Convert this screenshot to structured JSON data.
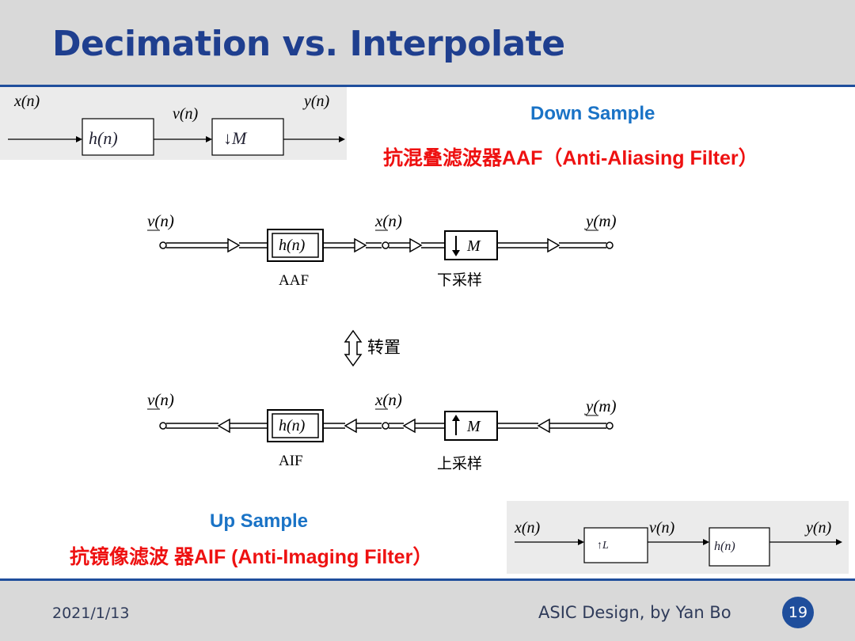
{
  "slide": {
    "title": "Decimation vs. Interpolate",
    "down_sample_label": "Down Sample",
    "aaf_caption": "抗混叠滤波器AAF（Anti-Aliasing Filter）",
    "up_sample_label": "Up Sample",
    "aif_caption": "抗镜像滤波 器AIF (Anti-Imaging Filter）"
  },
  "decimator_block": {
    "input_signal": "x(n)",
    "mid_signal": "v(n)",
    "output_signal": "y(n)",
    "filter_label": "h(n)",
    "downsampler_label": "↓M"
  },
  "interpolator_block": {
    "input_signal": "x(n)",
    "mid_signal": "v(n)",
    "output_signal": "y(n)",
    "upsampler_label": "↑L",
    "filter_label": "h(n)"
  },
  "transpose_diagram": {
    "top": {
      "signal_left": "v(n)",
      "signal_mid": "x(n)",
      "signal_right": "y(m)",
      "filter_label": "h(n)",
      "filter_caption": "AAF",
      "sampler_label": "M",
      "sampler_caption": "下采样"
    },
    "transpose_label": "转置",
    "bottom": {
      "signal_left": "v(n)",
      "signal_mid": "x(n)",
      "signal_right": "y(m)",
      "filter_label": "h(n)",
      "filter_caption": "AIF",
      "sampler_label": "M",
      "sampler_caption": "上采样"
    }
  },
  "footer": {
    "date": "2021/1/13",
    "credit": "ASIC Design, by Yan Bo",
    "page_number": "19"
  },
  "colors": {
    "title": "#1f3f8f",
    "rule": "#1f4e9c",
    "blue_label": "#1a73c6",
    "red_label": "#ee1111",
    "header_bg": "#d9d9d9"
  }
}
